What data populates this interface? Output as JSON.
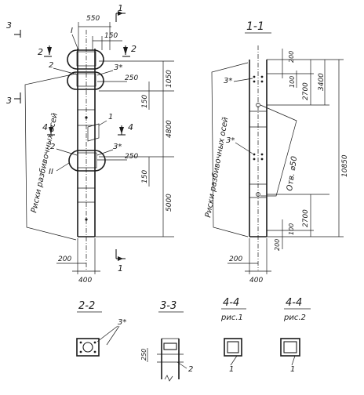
{
  "left_view": {
    "cut_labels": [
      "2",
      "2",
      "1",
      "3",
      "3"
    ],
    "node_labels": [
      "I",
      "II"
    ],
    "callouts": [
      "2",
      "3*",
      "1",
      "2",
      "3*"
    ],
    "axis_note": "Риски разбивочных осей",
    "section_marks": [
      "4",
      "4"
    ],
    "dims": {
      "top_width": "550",
      "top_offset": "150",
      "d1050": "1050",
      "d250a": "250",
      "d150a": "150",
      "d4800": "4800",
      "d250b": "250",
      "d150b": "150",
      "d5000": "5000",
      "d200": "200",
      "d400": "400"
    }
  },
  "right_view": {
    "title": "1-1",
    "callouts": [
      "3*",
      "3*"
    ],
    "axis_note": "Риски разбивочных осей",
    "hole_note": "Отв. ⌀50",
    "dims": {
      "d200a": "200",
      "d100a": "100",
      "d2700a": "2700",
      "d3400": "3400",
      "d10850": "10850",
      "d2700b": "2700",
      "d100b": "100",
      "d200b": "200",
      "d200c": "200",
      "d400": "400"
    }
  },
  "sections": [
    {
      "title": "2-2",
      "sub": "",
      "callout": "3*"
    },
    {
      "title": "3-3",
      "sub": "",
      "dim": "250",
      "callout": "2"
    },
    {
      "title": "4-4",
      "sub": "рис.1",
      "callout": "1"
    },
    {
      "title": "4-4",
      "sub": "рис.2",
      "callout": "1"
    }
  ]
}
